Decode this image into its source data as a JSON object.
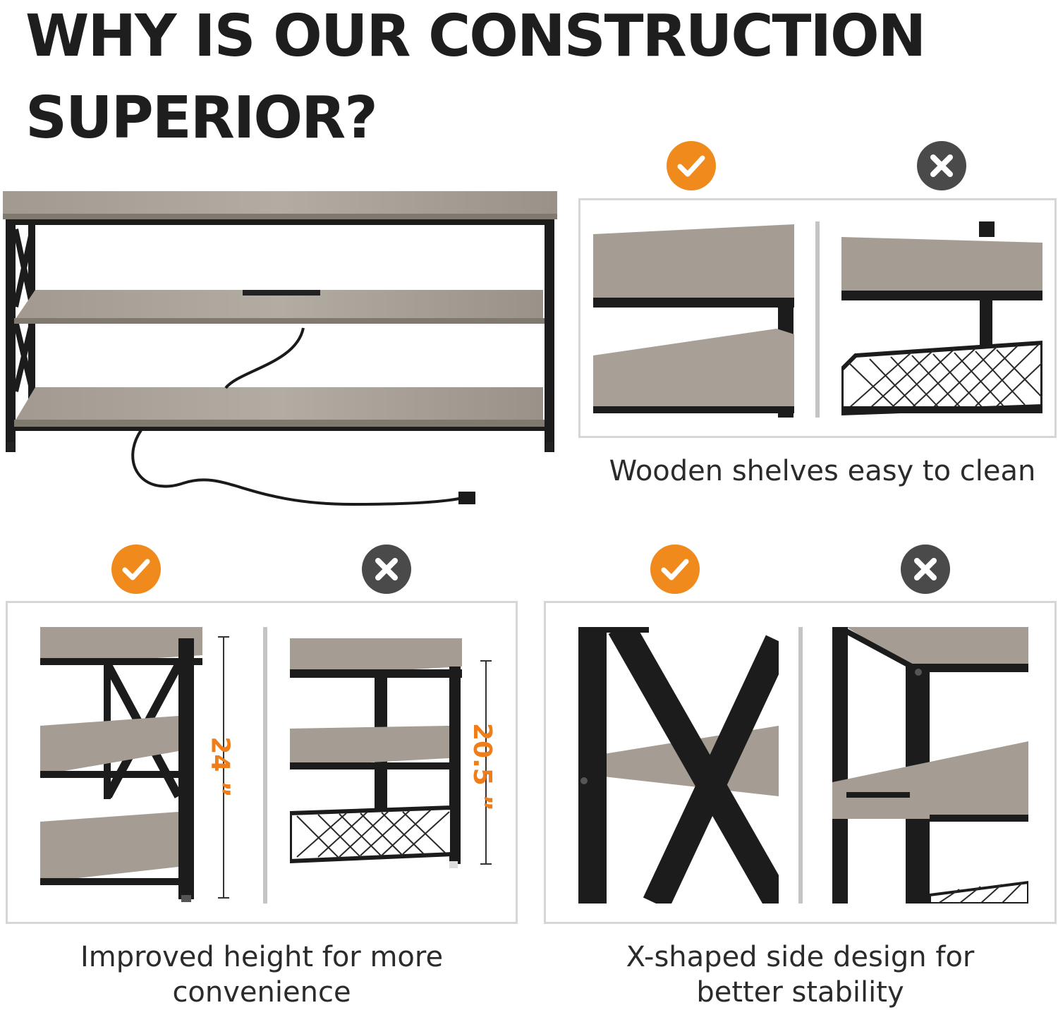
{
  "headline": {
    "line1": "WHY IS OUR  CONSTRUCTION",
    "line2": "SUPERIOR?"
  },
  "colors": {
    "accent": "#f08a1c",
    "reject": "#4a4a4a",
    "wood": "#9c948a",
    "frame": "#1c1c1c"
  },
  "icons": {
    "good": "check-icon",
    "bad": "cross-icon"
  },
  "features": [
    {
      "caption": "Wooden shelves easy to clean"
    },
    {
      "caption_line1": "Improved height for more",
      "caption_line2": "convenience",
      "good_dim": "24 ”",
      "bad_dim": "20.5 ”"
    },
    {
      "caption_line1": "X-shaped side design for",
      "caption_line2": "better stability"
    }
  ]
}
